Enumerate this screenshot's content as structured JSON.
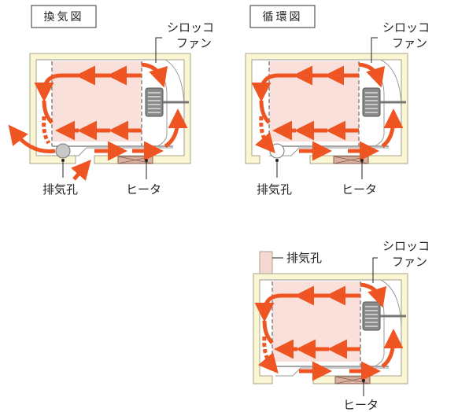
{
  "panels": {
    "ventilation": {
      "title": "換気図",
      "fan_label_line1": "シロッコ",
      "fan_label_line2": "ファン",
      "exhaust_label": "排気孔",
      "heater_label": "ヒータ"
    },
    "circulation": {
      "title": "循環図",
      "fan_label_line1": "シロッコ",
      "fan_label_line2": "ファン",
      "exhaust_label": "排気孔",
      "heater_label": "ヒータ"
    },
    "third": {
      "fan_label_line1": "シロッコ",
      "fan_label_line2": "ファン",
      "exhaust_label": "排気孔",
      "heater_label": "ヒータ"
    }
  },
  "colors": {
    "wall_fill": "#faf5d2",
    "wall_stroke": "#a8a48a",
    "chamber_fill": "#f9e0db",
    "arrow": "#ee5522",
    "heater": "#d9b0a0",
    "fan_fill": "#8a8a8a",
    "vent_fill": "#c8c8c8",
    "exhaust_pipe": "#f6d8d2"
  },
  "icons": [
    "sirocco-fan-icon",
    "heater-icon",
    "exhaust-vent-icon",
    "airflow-arrow-icon"
  ]
}
